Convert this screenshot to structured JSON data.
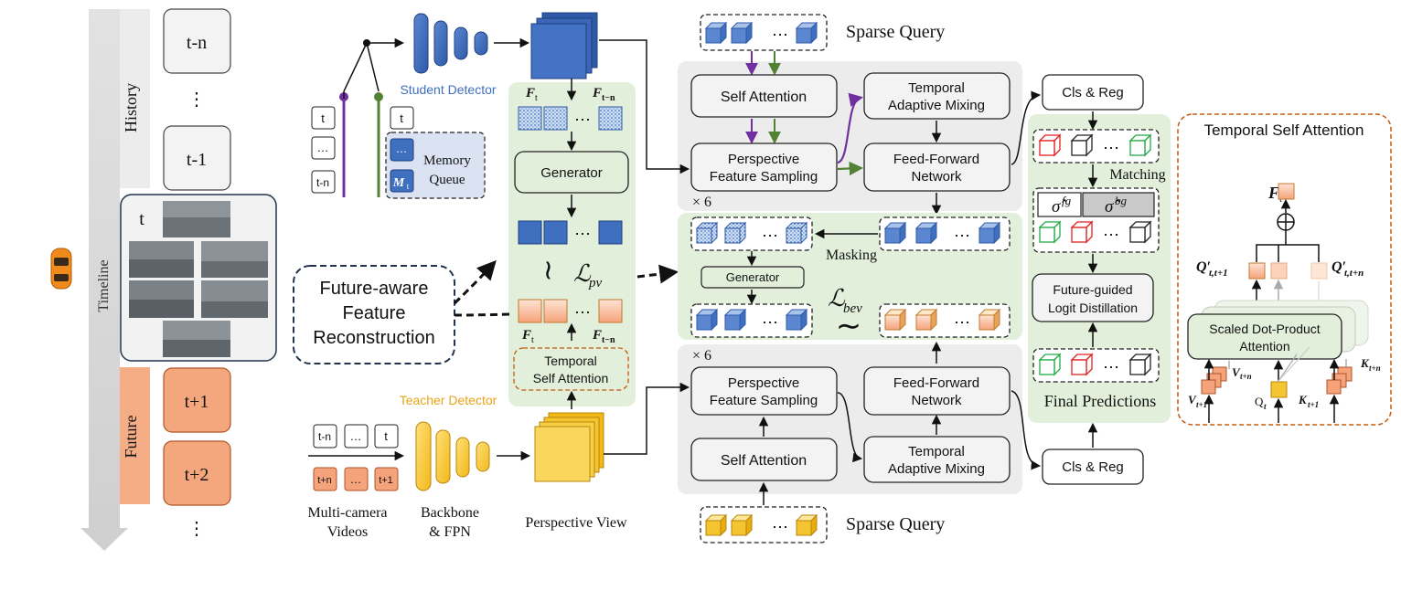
{
  "timeline": {
    "label": "Timeline",
    "history_label": "History",
    "future_label": "Future",
    "history_frames": [
      "t-n",
      "⋮",
      "t-1"
    ],
    "current_frame": "t",
    "future_frames": [
      "t+1",
      "t+2"
    ],
    "ellipsis": "⋮"
  },
  "student": {
    "label": "Student Detector",
    "stream_a": [
      "t",
      "…",
      "t-n"
    ],
    "stream_b_top": "t",
    "memory_dots": "…",
    "memory_m": "M",
    "memory_m_sub": "t",
    "memory_label_line1": "Memory",
    "memory_label_line2": "Queue"
  },
  "teacher": {
    "label": "Teacher Detector",
    "row1": [
      "t-n",
      "…",
      "t"
    ],
    "row2": [
      "t+n",
      "…",
      "t+1"
    ],
    "videos_line1": "Multi-camera",
    "videos_line2": "Videos",
    "backbone_line1": "Backbone",
    "backbone_line2": "& FPN",
    "perspective_view": "Perspective View"
  },
  "pv_branch": {
    "f_t": "F",
    "f_t_sub": "t",
    "f_tn_sub": "t−n",
    "generator": "Generator",
    "loss_pv": "ℒ",
    "loss_pv_sub": "pv",
    "tsa_line1": "Temporal",
    "tsa_line2": "Self Attention",
    "dots": "⋯",
    "tilde": "∼"
  },
  "far": {
    "line1": "Future-aware",
    "line2": "Feature",
    "line3": "Reconstruction"
  },
  "decoder": {
    "sparse_query": "Sparse Query",
    "self_attention": "Self Attention",
    "pfs_line1": "Perspective",
    "pfs_line2": "Feature Sampling",
    "tam_line1": "Temporal",
    "tam_line2": "Adaptive Mixing",
    "ffn_line1": "Feed-Forward",
    "ffn_line2": "Network",
    "times6": "× 6",
    "cls_reg": "Cls & Reg",
    "masking": "Masking",
    "generator": "Generator",
    "loss_bev": "ℒ",
    "loss_bev_sub": "bev"
  },
  "predictions": {
    "matching": "Matching",
    "sigma_fg": "σ̂",
    "sigma_fg_sup": "fg",
    "sigma_bg": "σ̂",
    "sigma_bg_sup": "bg",
    "fld_line1": "Future-guided",
    "fld_line2": "Logit Distillation",
    "final": "Final Predictions"
  },
  "tsa_panel": {
    "title": "Temporal Self Attention",
    "f_t": "F",
    "f_t_sub": "t",
    "q_left": "Q′",
    "q_left_sub": "t,t+1",
    "q_right": "Q′",
    "q_right_sub": "t,t+n",
    "sdpa_line1": "Scaled Dot-Product",
    "sdpa_line2": "Attention",
    "v_tn": "V",
    "v_tn_sub": "t+n",
    "k_tn": "K",
    "k_tn_sub": "t+n",
    "v_t1": "V",
    "v_t1_sub": "t+1",
    "q_t": "Q",
    "q_t_sub": "t",
    "k_t1": "K",
    "k_t1_sub": "t+1"
  },
  "colors": {
    "student_blue": "#3f6fbf",
    "teacher_yellow": "#f5c431",
    "future_orange": "#f5a37a",
    "green_panel": "#e2efda",
    "gray_panel": "#ececec",
    "purple": "#7030a0",
    "green_line": "#548235",
    "red_dashed": "#c55a11"
  }
}
